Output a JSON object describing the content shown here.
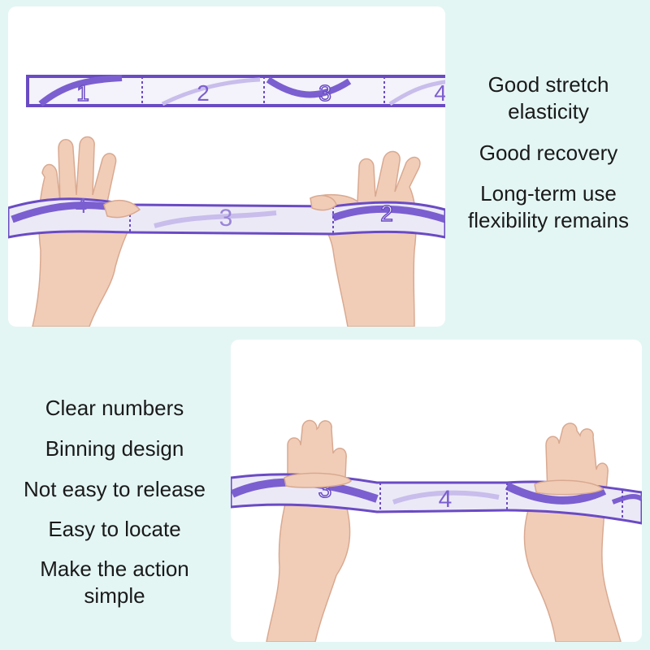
{
  "top_captions": [
    "Good stretch elasticity",
    "Good recovery",
    "Long-term use flexibility remains"
  ],
  "bottom_captions": [
    "Clear numbers",
    "Binning design",
    "Not easy to release",
    "Easy to locate",
    "Make the action simple"
  ],
  "strap_numbers": {
    "top_strip": [
      "1",
      "2",
      "3",
      "4"
    ],
    "held_strap": [
      "4",
      "3",
      "2"
    ],
    "bottom_strap": [
      "3",
      "4"
    ]
  },
  "colors": {
    "background": "#e4f6f4",
    "strap_purple": "#6a4bc4",
    "strap_light": "#ece9f7",
    "skin": "#f1cdb8"
  }
}
